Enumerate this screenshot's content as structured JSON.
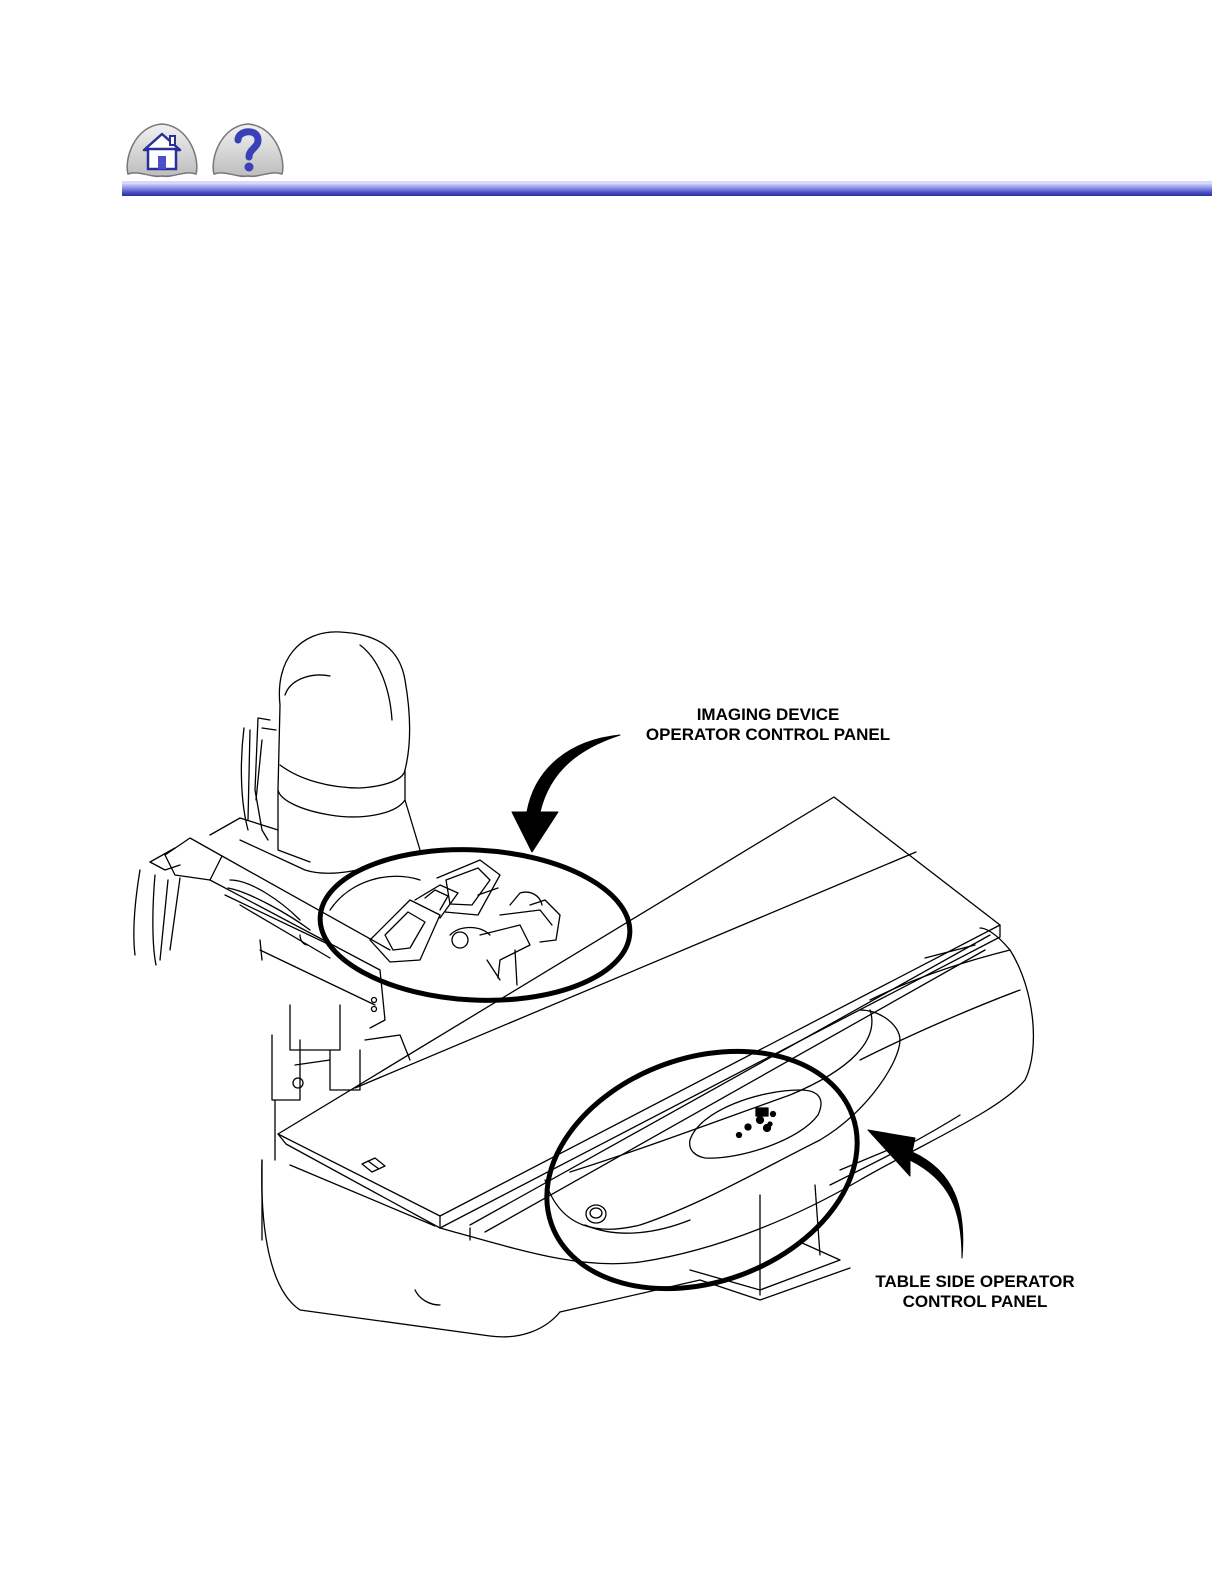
{
  "nav": {
    "home_icon": "home-icon",
    "help_icon": "question-mark-icon",
    "accent_color": "#4a50c8"
  },
  "diagram": {
    "callouts": [
      {
        "id": "imaging",
        "line1": "IMAGING DEVICE",
        "line2": "OPERATOR CONTROL PANEL"
      },
      {
        "id": "table",
        "line1": "TABLE SIDE OPERATOR",
        "line2": "CONTROL PANEL"
      }
    ]
  }
}
